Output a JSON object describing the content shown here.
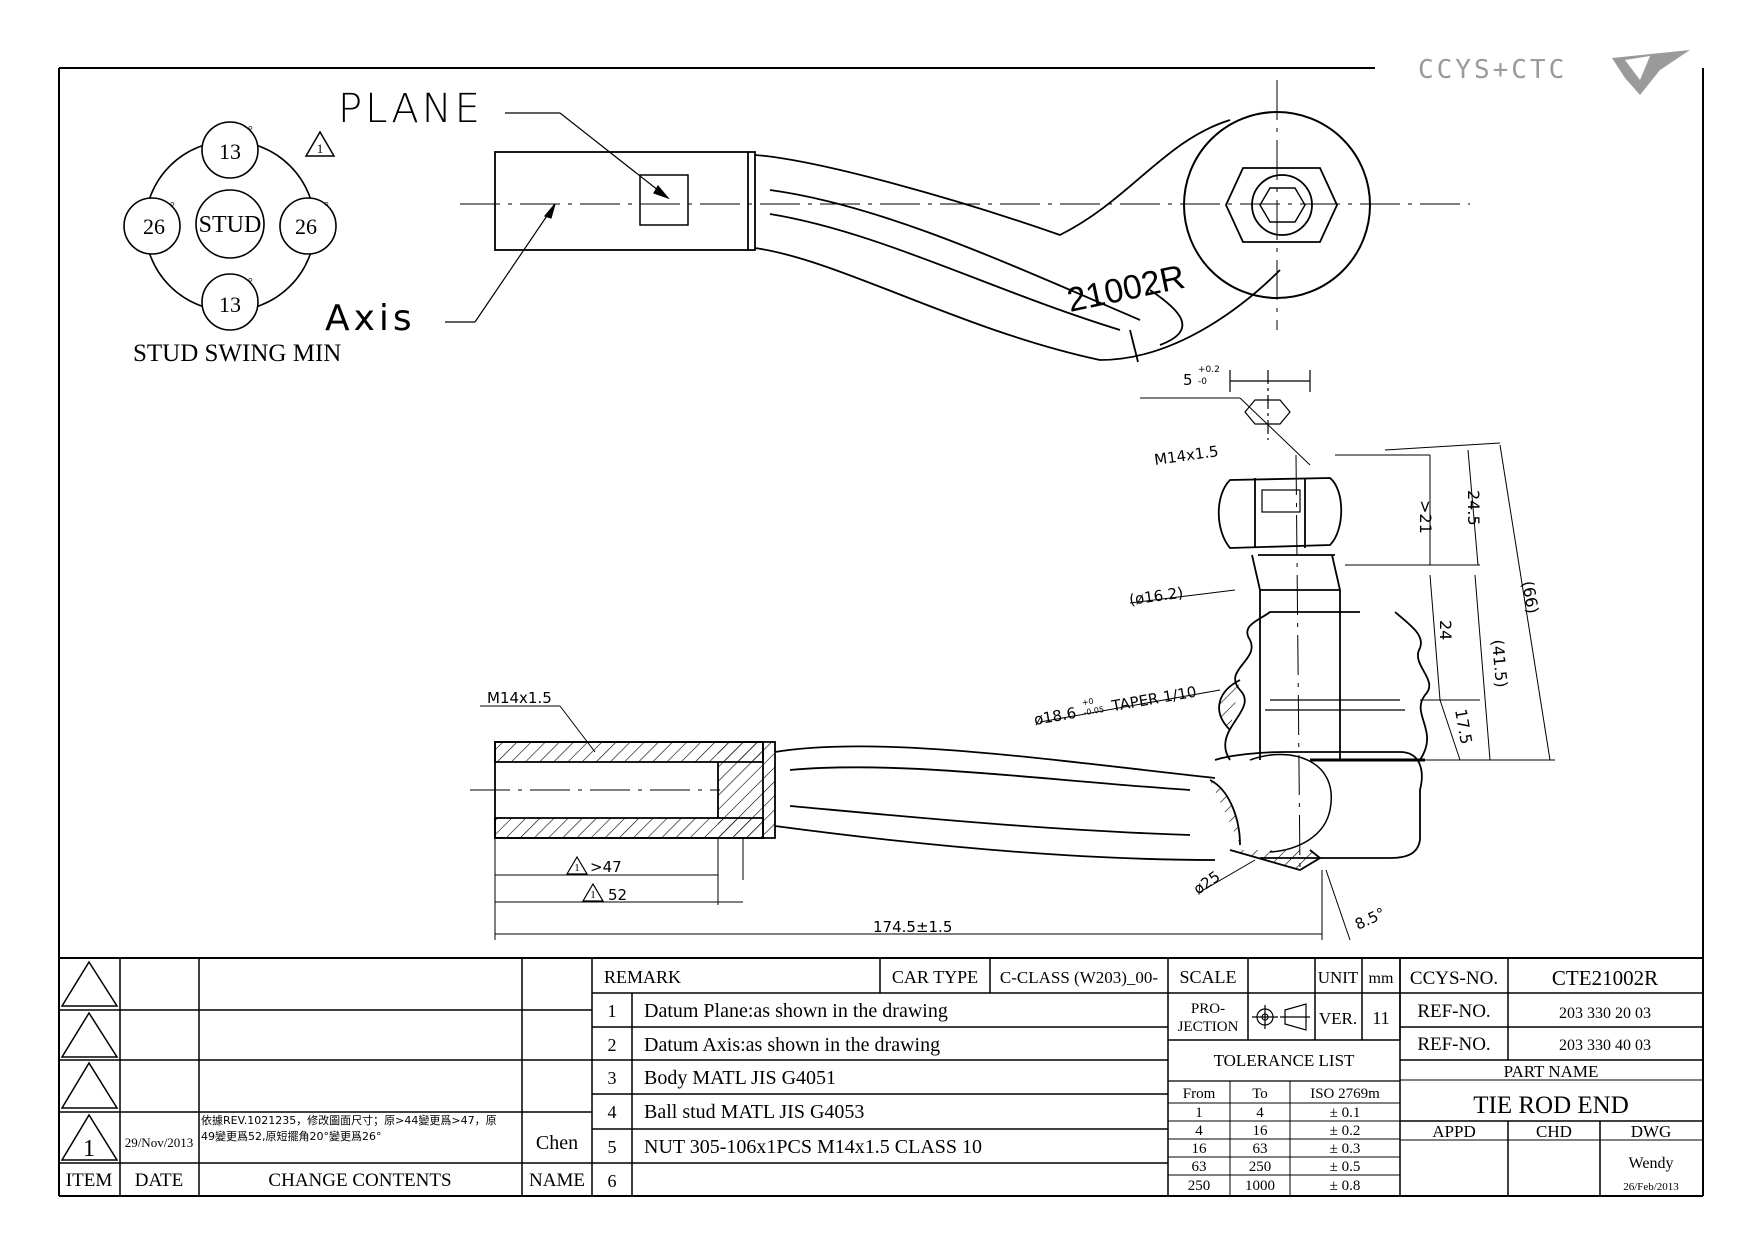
{
  "logo": {
    "text": "CCYS+CTC"
  },
  "top_view": {
    "plane_label": "PLANE",
    "axis_label": "Axis",
    "part_marking": "21002R"
  },
  "stud_swing": {
    "center": "STUD",
    "top": "13",
    "bottom": "13",
    "left": "26",
    "right": "26",
    "degree": "°",
    "rev_mark": "1",
    "caption": "STUD SWING MIN"
  },
  "dimensions": {
    "hex_width": "5",
    "hex_tol_plus": "+0.2",
    "hex_tol_minus": "-0",
    "stud_thread": "M14x1.5",
    "socket_thread": "M14x1.5",
    "neck_dia": "(ø16.2)",
    "taper_dia": "ø18.6",
    "taper_tol_plus": "+0",
    "taper_tol_minus": "-0.05",
    "taper_text": "TAPER 1/10",
    "ball_dia": "ø25",
    "d_gt21": ">21",
    "d_245": "24.5",
    "d_66": "(66)",
    "d_24": "24",
    "d_415": "(41.5)",
    "d_175": "17.5",
    "d_gt47": ">47",
    "d_52": "52",
    "d_1745": "174.5±1.5",
    "d_angle": "8.5°"
  },
  "revision_block": {
    "headers": {
      "item": "ITEM",
      "date": "DATE",
      "change": "CHANGE CONTENTS",
      "name": "NAME"
    },
    "rev1": {
      "item": "1",
      "date": "29/Nov/2013",
      "change_line1": "依據REV.1021235，修改圖面尺寸；原>44變更爲>47，原",
      "change_line2": "49變更爲52,原短擺角20°變更爲26°",
      "name": "Chen"
    }
  },
  "remarks": {
    "header": "REMARK",
    "car_type_label": "CAR TYPE",
    "car_type_value": "C-CLASS (W203)_00-",
    "items": [
      {
        "num": "1",
        "text": "Datum Plane:as shown in the drawing"
      },
      {
        "num": "2",
        "text": "Datum Axis:as shown in the drawing"
      },
      {
        "num": "3",
        "text": "Body MATL JIS G4051"
      },
      {
        "num": "4",
        "text": "Ball stud MATL JIS G4053"
      },
      {
        "num": "5",
        "text": "NUT 305-106x1PCS M14x1.5 CLASS 10"
      },
      {
        "num": "6",
        "text": ""
      }
    ]
  },
  "title_block": {
    "scale_label": "SCALE",
    "unit_label": "UNIT",
    "unit_value": "mm",
    "projection_label_1": "PRO-",
    "projection_label_2": "JECTION",
    "ver_label": "VER.",
    "ver_value": "11",
    "tolerance_title": "TOLERANCE LIST",
    "tol_headers": [
      "From",
      "To",
      "ISO 2769m"
    ],
    "tol_rows": [
      [
        "1",
        "4",
        "± 0.1"
      ],
      [
        "4",
        "16",
        "± 0.2"
      ],
      [
        "16",
        "63",
        "± 0.3"
      ],
      [
        "63",
        "250",
        "± 0.5"
      ],
      [
        "250",
        "1000",
        "± 0.8"
      ]
    ],
    "ccys_no_label": "CCYS-NO.",
    "ccys_no_value": "CTE21002R",
    "ref1_label": "REF-NO.",
    "ref1_value": "203 330 20 03",
    "ref2_label": "REF-NO.",
    "ref2_value": "203 330 40 03",
    "part_name_label": "PART NAME",
    "part_name_value": "TIE ROD END",
    "appd_label": "APPD",
    "chd_label": "CHD",
    "dwg_label": "DWG",
    "dwg_name": "Wendy",
    "dwg_date": "26/Feb/2013"
  }
}
